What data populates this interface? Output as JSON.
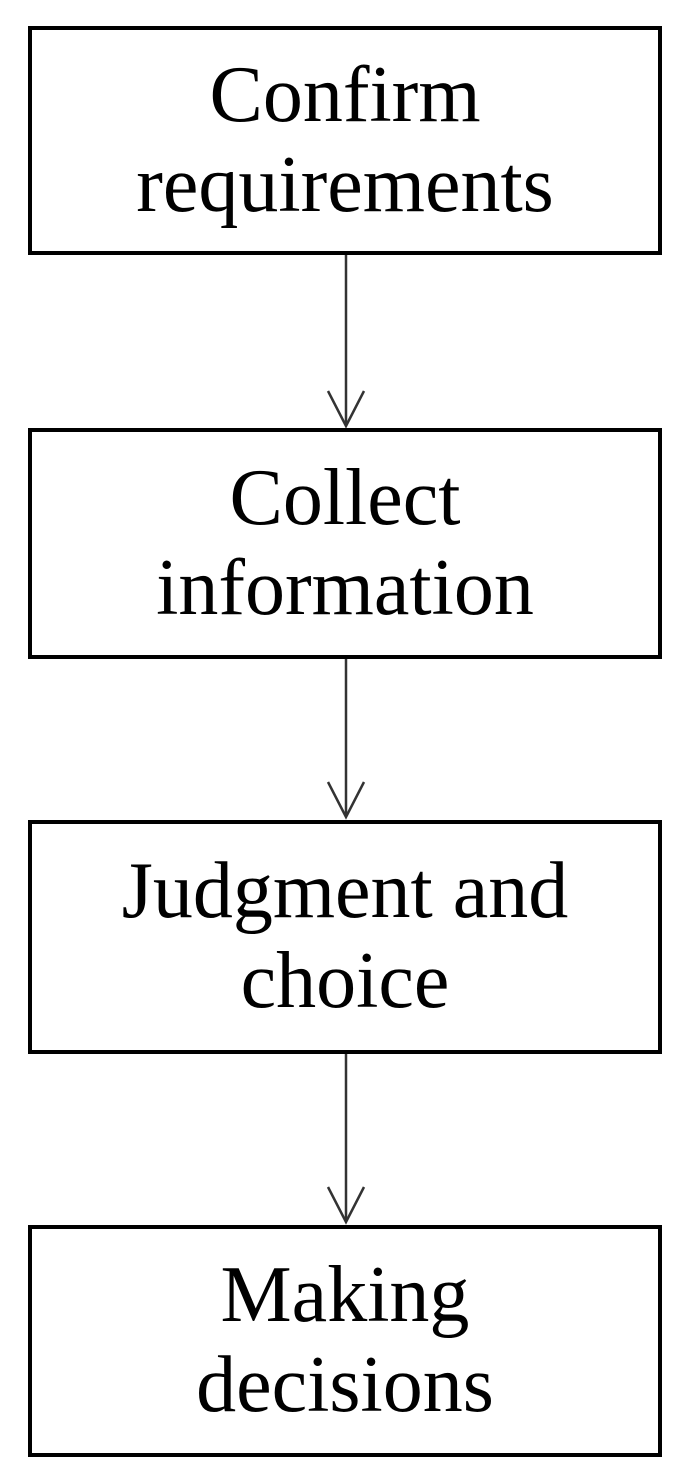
{
  "colors": {
    "background": "#ffffff",
    "box_border": "#000000",
    "text": "#000000",
    "arrow": "#333333"
  },
  "steps": [
    {
      "label": "Confirm\nrequirements"
    },
    {
      "label": "Collect\ninformation"
    },
    {
      "label": "Judgment and\nchoice"
    },
    {
      "label": "Making\ndecisions"
    }
  ]
}
